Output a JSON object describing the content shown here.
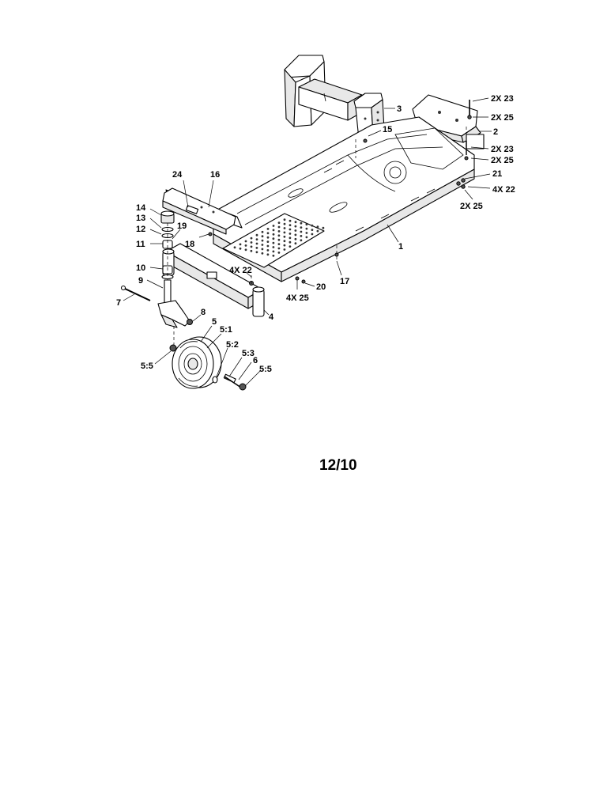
{
  "page_number": "12/10",
  "callouts": {
    "c1": "1",
    "c2": "2",
    "c3": "3",
    "c4": "4",
    "c5": "5",
    "c5_1": "5:1",
    "c5_2": "5:2",
    "c5_3": "5:3",
    "c5_5a": "5:5",
    "c5_5b": "5:5",
    "c6": "6",
    "c7": "7",
    "c8": "8",
    "c9": "9",
    "c10": "10",
    "c11": "11",
    "c12": "12",
    "c13": "13",
    "c14": "14",
    "c15": "15",
    "c16": "16",
    "c17": "17",
    "c18": "18",
    "c19": "19",
    "c20": "20",
    "c21": "21",
    "c24": "24",
    "c2x23a": "2X 23",
    "c2x25a": "2X 25",
    "c2x23b": "2X 23",
    "c2x25b": "2X 25",
    "c4x22a": "4X 22",
    "c2x25c": "2X 25",
    "c4x22b": "4X 22",
    "c4x25": "4X 25"
  }
}
